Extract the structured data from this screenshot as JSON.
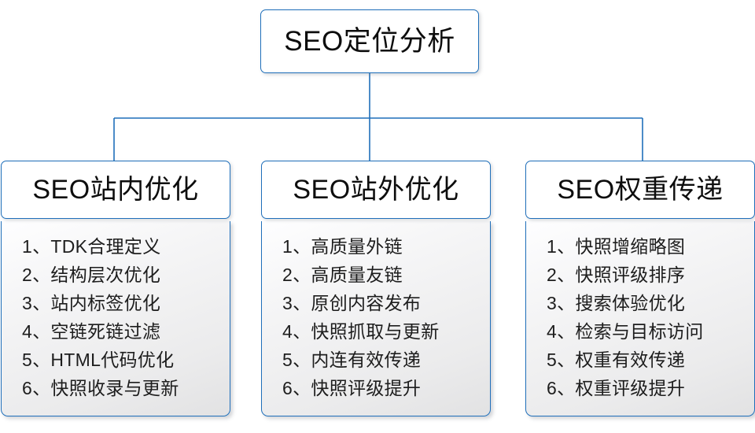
{
  "diagram": {
    "title": "SEO定位分析",
    "root": {
      "label": "SEO定位分析"
    },
    "columns": [
      {
        "id": "on-site",
        "header": "SEO站内优化",
        "items": [
          "1、TDK合理定义",
          "2、结构层次优化",
          "3、站内标签优化",
          "4、空链死链过滤",
          "5、HTML代码优化",
          "6、快照收录与更新"
        ]
      },
      {
        "id": "off-site",
        "header": "SEO站外优化",
        "items": [
          "1、高质量外链",
          "2、高质量友链",
          "3、原创内容发布",
          "4、快照抓取与更新",
          "5、内连有效传递",
          "6、快照评级提升"
        ]
      },
      {
        "id": "weight-transfer",
        "header": "SEO权重传递",
        "items": [
          "1、快照增缩略图",
          "2、快照评级排序",
          "3、搜索体验优化",
          "4、检索与目标访问",
          "5、权重有效传递",
          "6、权重评级提升"
        ]
      }
    ],
    "colors": {
      "border": "#1f6fba",
      "connector": "#1f6fba",
      "header_fill": "#ffffff",
      "body_fill_light": "#fefeff",
      "body_fill_dark": "#e2e2e3",
      "text": "#0d0d0d",
      "page_background": "#ffffff"
    }
  }
}
